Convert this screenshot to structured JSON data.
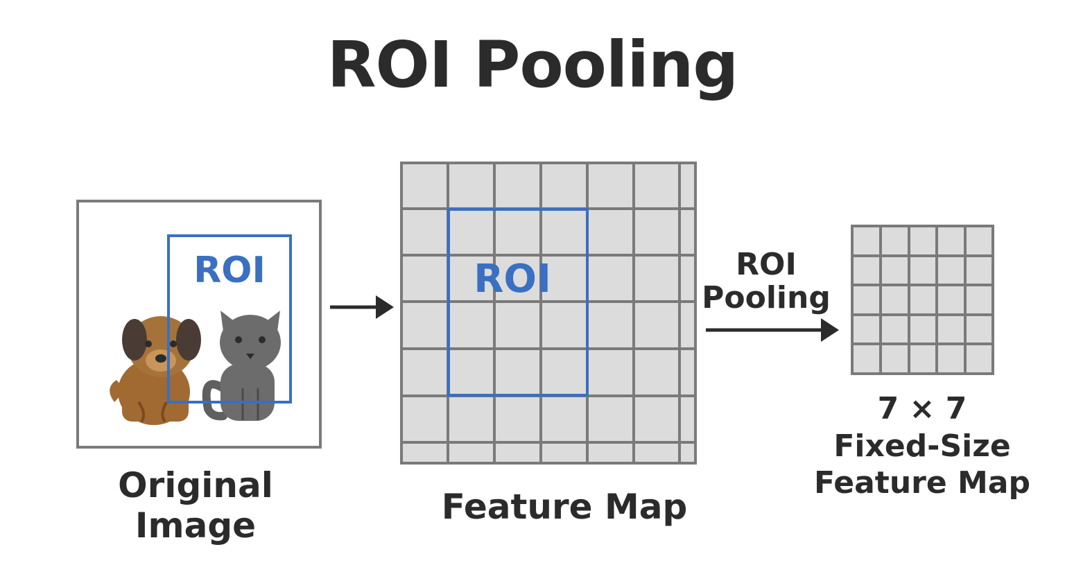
{
  "title": "ROI Pooling",
  "original_image": {
    "caption_line1": "Original",
    "caption_line2": "Image",
    "roi_label": "ROI"
  },
  "feature_map": {
    "caption": "Feature Map",
    "roi_label": "ROI"
  },
  "pooling_arrow": {
    "label_line1": "ROI",
    "label_line2": "Pooling"
  },
  "output": {
    "size_label": "7 × 7",
    "caption_line1": "Fixed-Size",
    "caption_line2": "Feature Map"
  },
  "colors": {
    "roi_blue": "#3a6fc2",
    "grid_gray": "#7a7a7a",
    "cell_fill": "#dcdcdc",
    "text_dark": "#2b2b2b"
  }
}
